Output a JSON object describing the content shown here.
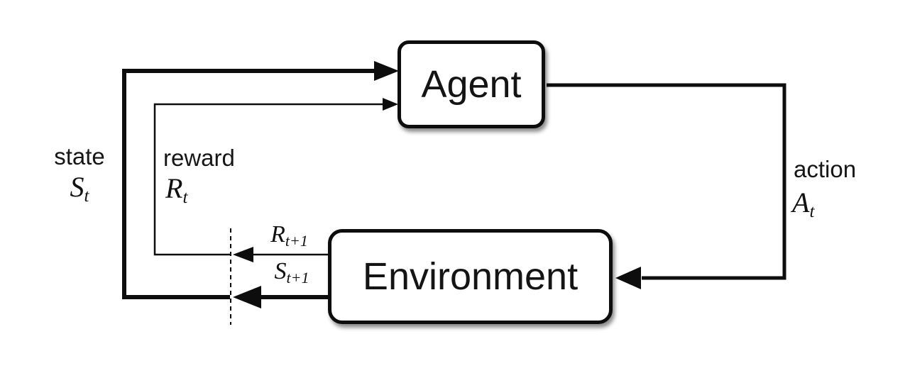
{
  "diagram": {
    "nodes": {
      "agent": {
        "label": "Agent"
      },
      "environment": {
        "label": "Environment"
      }
    },
    "signals": {
      "state": {
        "word": "state",
        "symbol": "S",
        "subscript": "t"
      },
      "reward": {
        "word": "reward",
        "symbol": "R",
        "subscript": "t"
      },
      "action": {
        "word": "action",
        "symbol": "A",
        "subscript": "t"
      },
      "next_reward": {
        "symbol": "R",
        "subscript": "t+1"
      },
      "next_state": {
        "symbol": "S",
        "subscript": "t+1"
      }
    },
    "colors": {
      "ink": "#0d0d0d",
      "background": "#ffffff"
    }
  }
}
